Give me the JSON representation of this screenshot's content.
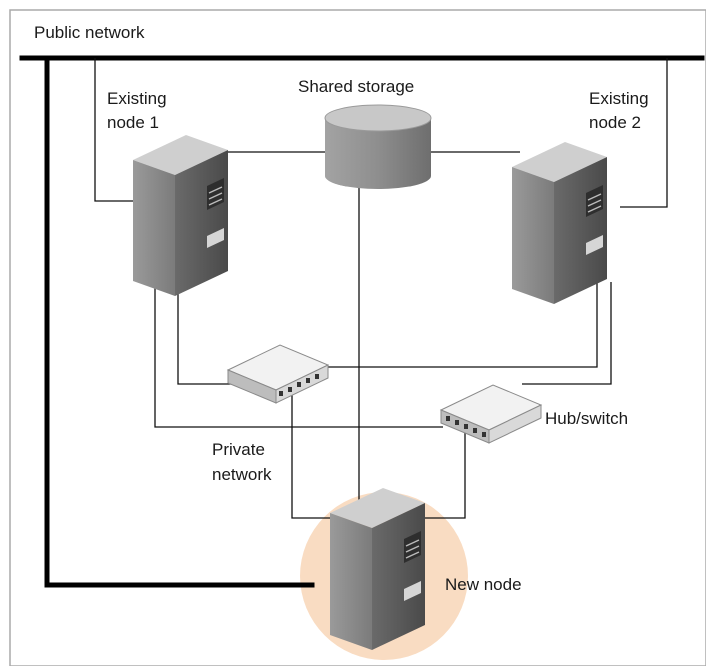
{
  "labels": {
    "public_network": "Public network",
    "shared_storage": "Shared storage",
    "existing_node_1": [
      "Existing",
      "node 1"
    ],
    "existing_node_2": [
      "Existing",
      "node 2"
    ],
    "private_network": [
      "Private",
      "network"
    ],
    "hub_switch": "Hub/switch",
    "new_node": "New node"
  },
  "colors": {
    "frame": "#aaaaaa",
    "public_bus": "#000000",
    "wire": "#111111",
    "new_node_highlight": "#f9dcc2",
    "server_front": "#8a8a8a",
    "server_side": "#5a5a5a",
    "server_top": "#cfcfcf",
    "storage_body": "#8c8c8c",
    "storage_top": "#c8c8c8",
    "hub_top": "#f2f2f2",
    "hub_front": "#bdbdbd"
  }
}
